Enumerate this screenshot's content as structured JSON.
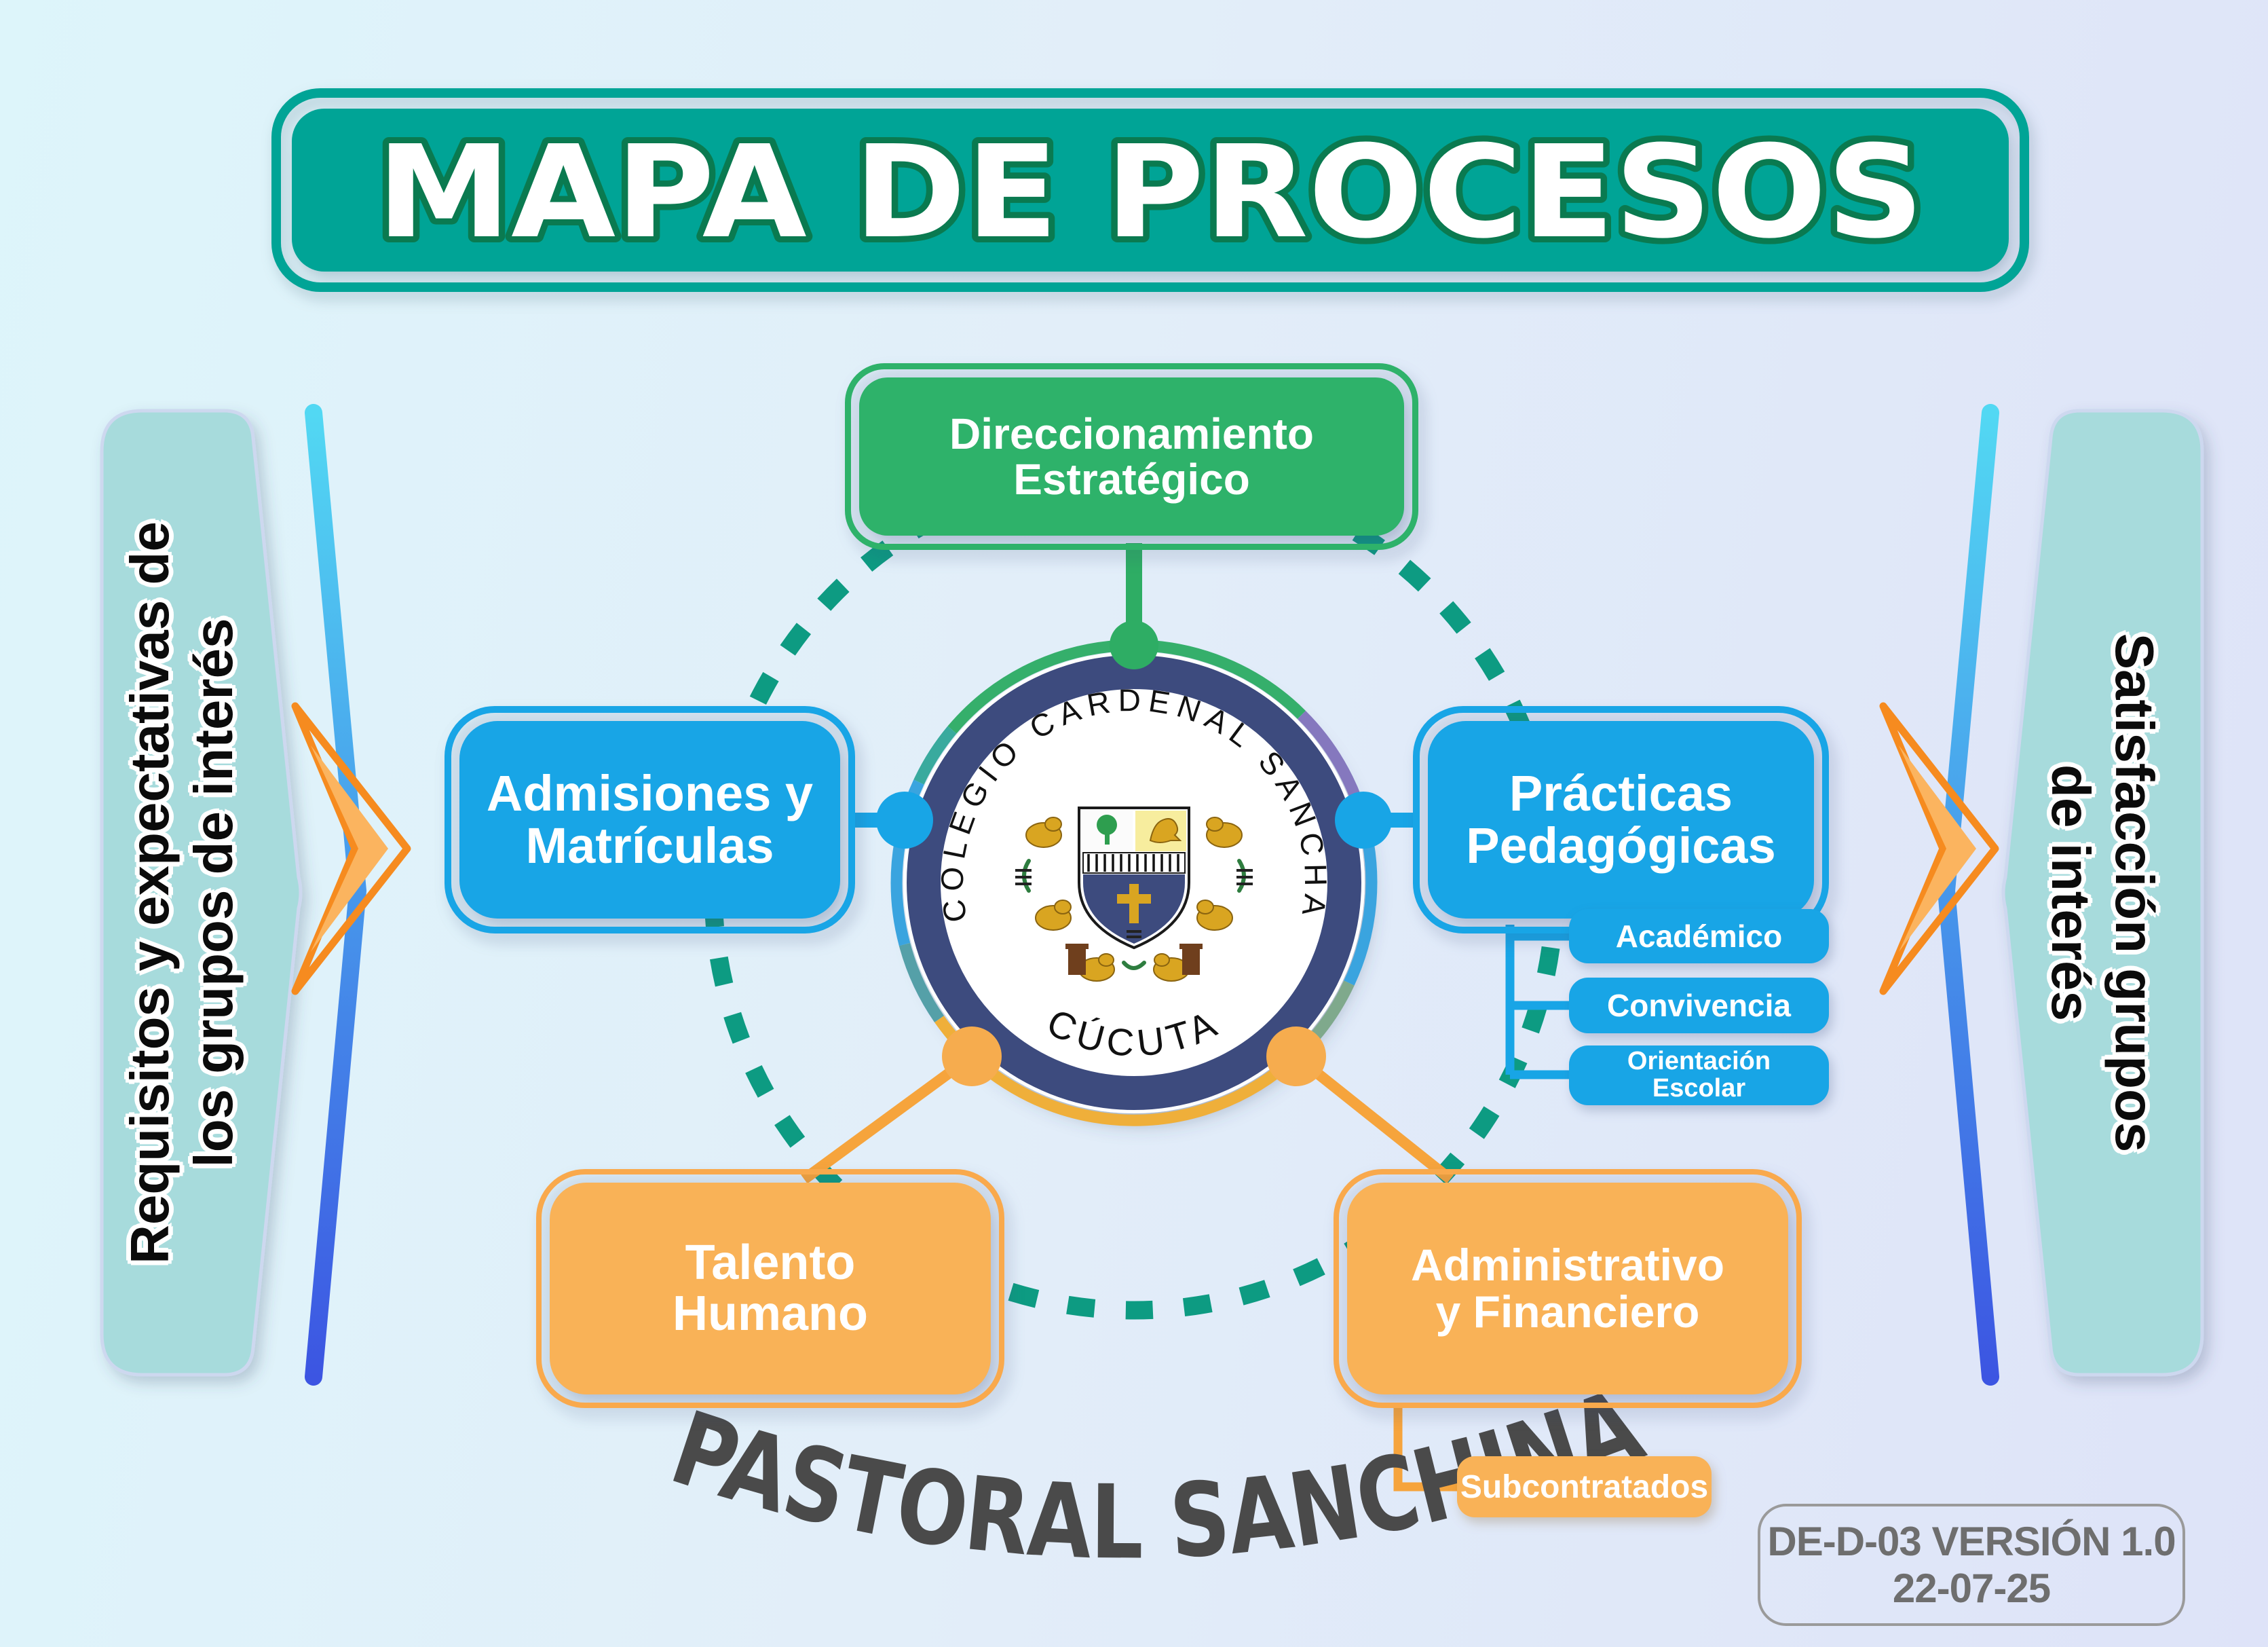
{
  "title": {
    "text": "MAPA DE PROCESOS"
  },
  "left_panel": {
    "line1": "Requisitos y expectativas de",
    "line2": "los grupos de interés"
  },
  "right_panel": {
    "line1": "Satisfacción grupos",
    "line2": "de interés"
  },
  "processes": {
    "strategic": {
      "line1": "Direccionamiento",
      "line2": "Estratégico"
    },
    "admissions": {
      "line1": "Admisiones y",
      "line2": "Matrículas"
    },
    "pedagogical": {
      "line1": "Prácticas",
      "line2": "Pedagógicas",
      "children": [
        {
          "label": "Académico"
        },
        {
          "label": "Convivencia"
        },
        {
          "label": "Orientación Escolar"
        }
      ]
    },
    "talent": {
      "line1": "Talento",
      "line2": "Humano"
    },
    "admin": {
      "line1": "Administrativo",
      "line2": "y Financiero",
      "child": "Subcontratados"
    }
  },
  "logo": {
    "top_text": "COLEGIO CARDENAL SANCHA",
    "bottom_text": "CÚCUTA"
  },
  "footer": {
    "pastoral": "PASTORAL SANCHINA",
    "code": "DE-D-03 VERSIÓN 1.0",
    "date": "22-07-25"
  },
  "colors": {
    "banner_teal": "#00a496",
    "title_outline_green": "#0a7a50",
    "green": "#2eb26a",
    "blue": "#18a5e6",
    "orange": "#f9b257",
    "orange_border": "#f9a94c",
    "dash_teal": "#0d9b82",
    "panel_teal": "#a7dbdc",
    "navy": "#3d4b7e",
    "gold": "#efaf3a",
    "gray_text": "#4a4a4a"
  }
}
